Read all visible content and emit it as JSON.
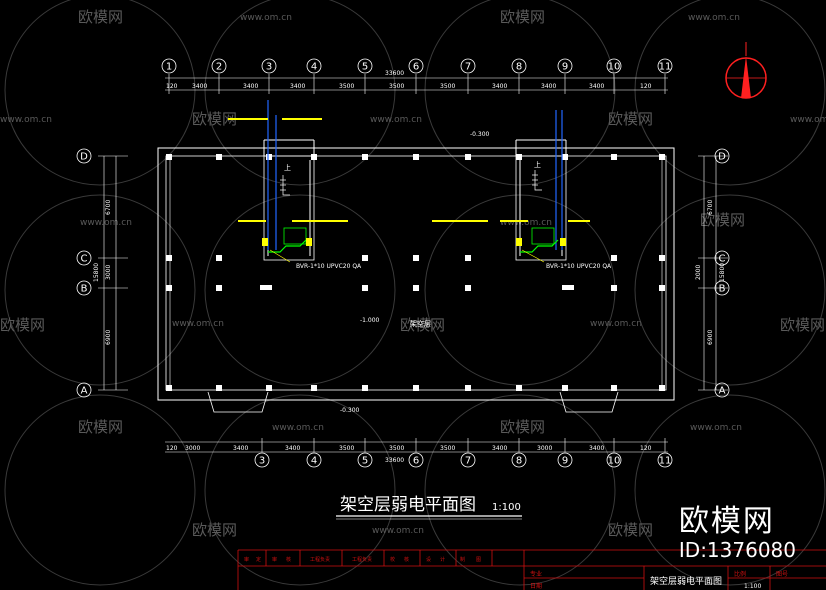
{
  "watermark": {
    "brand_text": "欧模网",
    "url_text": "www.om.cn"
  },
  "drawing": {
    "title": "架空层弱电平面图",
    "scale": "1:100",
    "top_axes": [
      "1",
      "2",
      "3",
      "4",
      "5",
      "6",
      "7",
      "8",
      "9",
      "10",
      "11"
    ],
    "bottom_axes": [
      "3",
      "4",
      "5",
      "6",
      "7",
      "8",
      "9",
      "10",
      "11"
    ],
    "row_axes": [
      "D",
      "C",
      "B",
      "A"
    ],
    "top_total_dim": "33600",
    "top_dims": [
      "120",
      "3400",
      "3400",
      "3400",
      "3500",
      "3500",
      "3500",
      "3400",
      "3400",
      "3400",
      "120"
    ],
    "bottom_total_dim": "33600",
    "bottom_dims": [
      "120",
      "3000",
      "3400",
      "3400",
      "3500",
      "3500",
      "3500",
      "3400",
      "3000",
      "3400",
      "120"
    ],
    "left_dims": [
      "6700",
      "3000",
      "6900"
    ],
    "left_total_dim": "15800",
    "right_dims": [
      "6700",
      "2000",
      "6900"
    ],
    "right_total_dim": "15800",
    "elevation_top": "-0.300",
    "elevation_mid": "-1.000",
    "elevation_bottom": "-0.300",
    "room_label": "架空层",
    "stair_up_label": "上",
    "cable_label_left": "BVR-1*10 UPVC20 QA",
    "cable_label_right": "BVR-1*10 UPVC20 QA"
  },
  "title_block": {
    "header_cells": [
      "审",
      "定",
      "审",
      "核",
      "工程负责",
      "工程负责",
      "校",
      "核",
      "设",
      "计",
      "制",
      "图"
    ],
    "drawing_name": "架空层弱电平面图",
    "labels": [
      "专业",
      "日期",
      "比例",
      "图号",
      "图别"
    ],
    "scale": "1:100"
  },
  "brand_overlay": {
    "name": "欧模网",
    "id": "ID:1376080"
  },
  "colors": {
    "background": "#000000",
    "lines": "#ffffff",
    "wiring_green": "#00ff00",
    "wiring_yellow": "#ffff00",
    "conduit_blue": "#2266ff",
    "north_red": "#ff2020",
    "title_block_red": "#d01010"
  }
}
